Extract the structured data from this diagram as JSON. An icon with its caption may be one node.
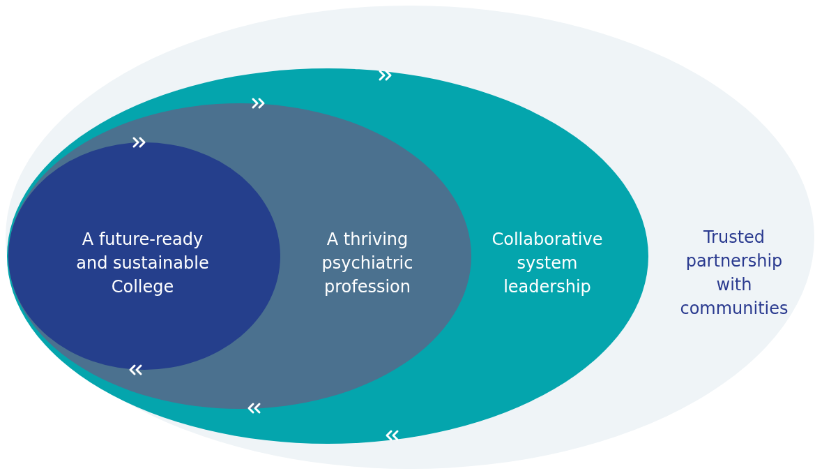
{
  "diagram": {
    "nodes": [
      {
        "text": [
          "Trusted partnership with communities"
        ]
      },
      {
        "text": [
          "Collaborative system leadership"
        ],
        "in": 0
      },
      {
        "text": [
          "A thriving psychiatric profession"
        ],
        "in": 1
      },
      {
        "text": [
          "A future-ready and sustainable College"
        ],
        "in": 2
      }
    ]
  }
}
